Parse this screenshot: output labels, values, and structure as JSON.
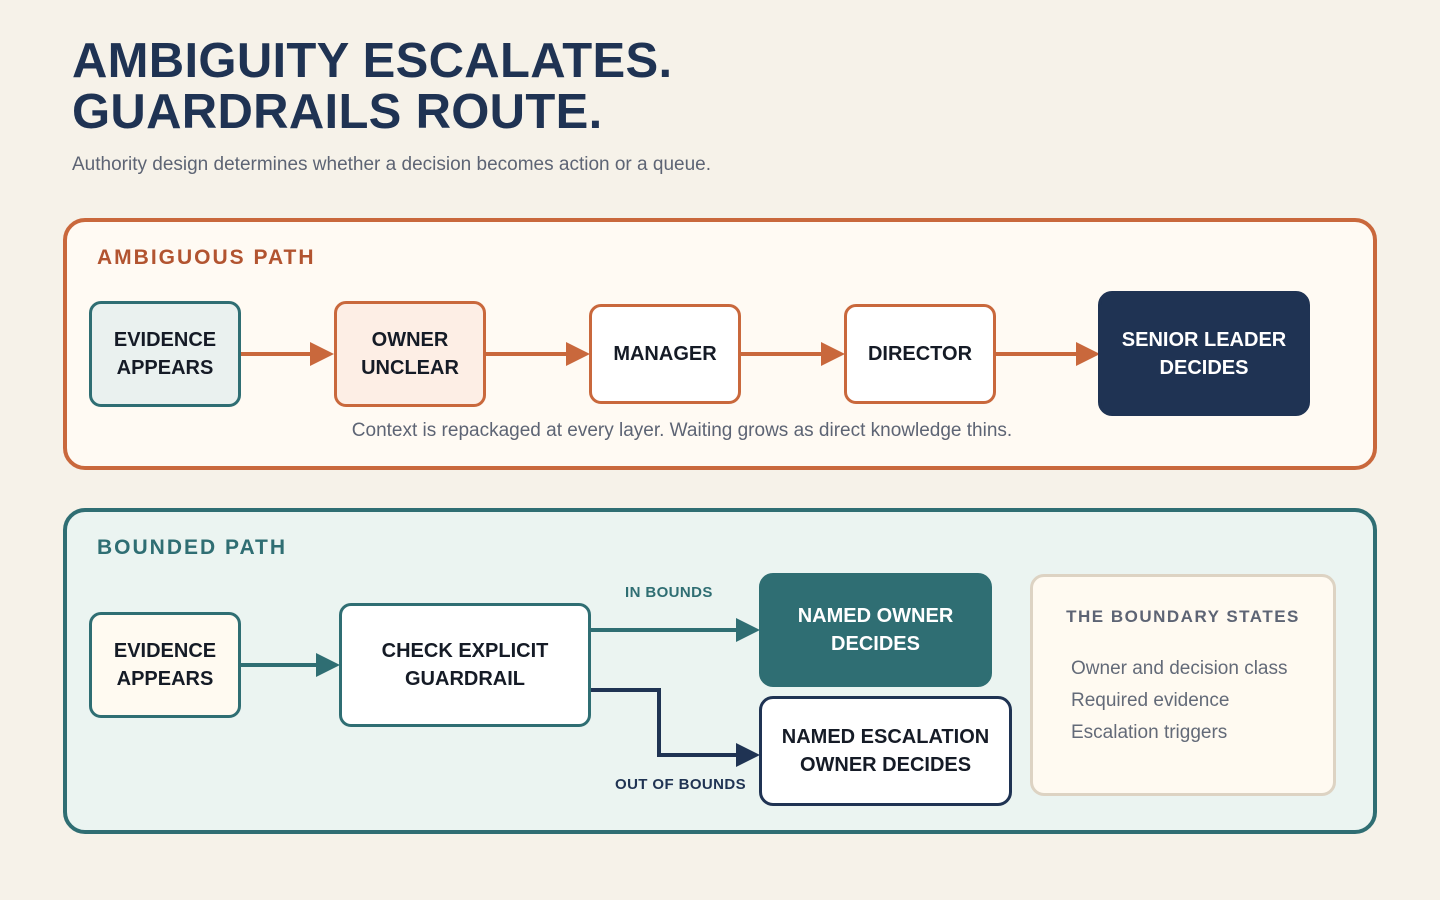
{
  "header": {
    "title_line1": "AMBIGUITY ESCALATES.",
    "title_line2": "GUARDRAILS ROUTE.",
    "subtitle": "Authority design determines whether a decision becomes action or a queue."
  },
  "ambiguous": {
    "label": "AMBIGUOUS PATH",
    "nodes": [
      {
        "id": "evidence",
        "text": "EVIDENCE\nAPPEARS"
      },
      {
        "id": "owner",
        "text": "OWNER\nUNCLEAR"
      },
      {
        "id": "manager",
        "text": "MANAGER"
      },
      {
        "id": "director",
        "text": "DIRECTOR"
      },
      {
        "id": "senior",
        "text": "SENIOR LEADER\nDECIDES"
      }
    ],
    "note": "Context is repackaged at every layer. Waiting grows as direct knowledge thins."
  },
  "bounded": {
    "label": "BOUNDED PATH",
    "nodes": [
      {
        "id": "evidence",
        "text": "EVIDENCE\nAPPEARS"
      },
      {
        "id": "guardrail",
        "text": "CHECK EXPLICIT\nGUARDRAIL"
      },
      {
        "id": "owner",
        "text": "NAMED OWNER\nDECIDES"
      },
      {
        "id": "escalation",
        "text": "NAMED ESCALATION\nOWNER DECIDES"
      }
    ],
    "in_bounds_label": "IN BOUNDS",
    "out_of_bounds_label": "OUT OF BOUNDS",
    "boundary": {
      "title": "THE BOUNDARY STATES",
      "items": [
        "Owner and decision class",
        "Required evidence",
        "Escalation triggers"
      ]
    }
  },
  "colors": {
    "navy": "#1f3353",
    "rust": "#c9683c",
    "teal": "#2f6e73",
    "cream": "#f6f2e9"
  }
}
